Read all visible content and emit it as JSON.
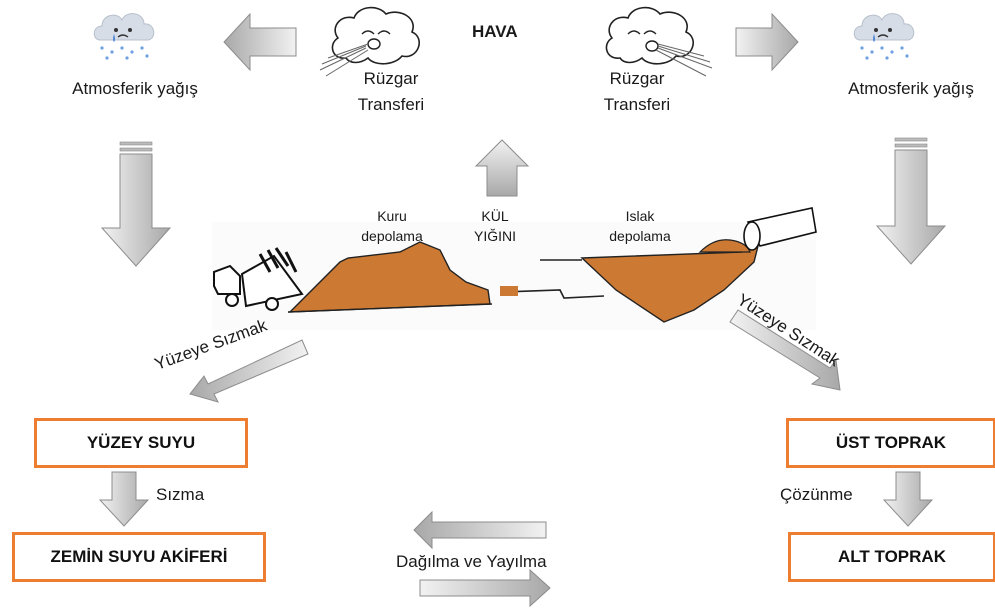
{
  "title": "HAVA",
  "colors": {
    "ash": "#cc7a33",
    "box_border": "#ed7d31",
    "arrow_light": "#e4e4e4",
    "arrow_dark": "#9a9a9a"
  },
  "icons": [
    "rain-cloud-icon",
    "wind-cloud-icon",
    "dump-truck-icon",
    "pipe-icon"
  ],
  "left": {
    "precip_label": "Atmosferik yağış",
    "wind_label": "Rüzgar Transferi",
    "seepage_label": "Yüzeye Sızmak",
    "box_surface_water": "YÜZEY SUYU",
    "infiltration_label": "Sızma",
    "box_aquifer": "ZEMİN SUYU AKİFERİ"
  },
  "right": {
    "precip_label": "Atmosferik yağış",
    "wind_label": "Rüzgar Transferi",
    "seepage_label": "Yüzeye Sızmak",
    "box_topsoil": "ÜST TOPRAK",
    "dissolution_label": "Çözünme",
    "box_subsoil": "ALT TOPRAK"
  },
  "center": {
    "dry_storage": "Kuru depolama",
    "wet_storage": "Islak depolama",
    "ash_pile": "KÜL YIĞINI",
    "dispersion": "Dağılma ve Yayılma"
  }
}
